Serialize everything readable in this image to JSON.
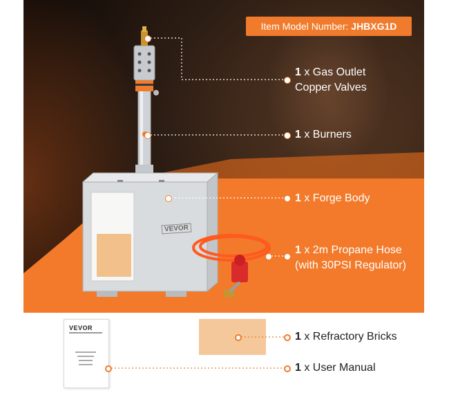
{
  "badge": {
    "label": "Item Model Number: ",
    "model": "JHBXG1D"
  },
  "parts": [
    {
      "qty": "1",
      "text": " x Gas Outlet",
      "text2": "Copper Valves"
    },
    {
      "qty": "1",
      "text": " x Burners"
    },
    {
      "qty": "1",
      "text": " x Forge Body"
    },
    {
      "qty": "1",
      "text": " x 2m Propane Hose",
      "text2": "(with 30PSI Regulator)"
    },
    {
      "qty": "1",
      "text": " x Refractory Bricks"
    },
    {
      "qty": "1",
      "text": " x User Manual"
    }
  ],
  "forge": {
    "logo": "VEVOR"
  },
  "manual": {
    "brand": "VEVOR"
  },
  "colors": {
    "accent": "#f07b2c",
    "steel": "#d9dcde",
    "hose": "#ff5a1f"
  }
}
